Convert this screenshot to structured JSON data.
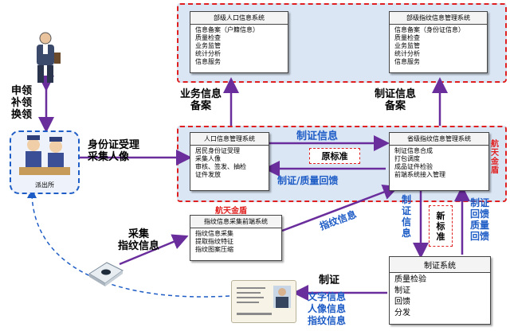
{
  "top_region": {
    "left_box": {
      "title": "部级人口信息系统",
      "items": [
        "信息备案（户籍信息）",
        "质量检查",
        "业务监管",
        "统计分析",
        "信息服务"
      ]
    },
    "right_box": {
      "title": "部级指纹信息管理系统",
      "items": [
        "信息备案（身份证信息）",
        "质量检查",
        "业务监管",
        "统计分析",
        "信息服务"
      ]
    }
  },
  "mid_region": {
    "left_box": {
      "title": "人口信息管理系统",
      "items": [
        "居民身份证受理",
        "采集人像",
        "审核、签发、抽检",
        "证件发放"
      ]
    },
    "right_box": {
      "title": "省级指纹信息管理系统",
      "items": [
        "制证信息合成",
        "打包调度",
        "成品证件检验",
        "前端系统接入管理"
      ]
    },
    "zhizheng_info": "制证信息",
    "original_std": "原标准",
    "zhizheng_feedback": "制证/质量回馈",
    "brand": "航天金盾"
  },
  "labels": {
    "apply": "申领\n补领\n换领",
    "police": "派出所",
    "id_accept": "身份证受理\n采集人像",
    "biz_record": "业务信息\n备案",
    "cert_record": "制证信息\n备案",
    "collect_fp": "采集\n指纹信息",
    "fp_info": "指纹信息",
    "zz_info_v": "制\n证\n信\n息",
    "new_std": "新\n标\n准",
    "zz_feedback_v": "制证\n回馈\n质量\n回馈",
    "make_cert": "制证",
    "card_info": "文字信息\n人像信息\n指纹信息"
  },
  "fp_box": {
    "brand": "航天金盾",
    "title": "指纹信息采集前端系统",
    "items": [
      "指纹信息采集",
      "提取指纹特征",
      "指纹图案压缩"
    ]
  },
  "cert_box": {
    "title": "制证系统",
    "items": [
      "质量检验",
      "制证",
      "回馈",
      "分发"
    ]
  }
}
